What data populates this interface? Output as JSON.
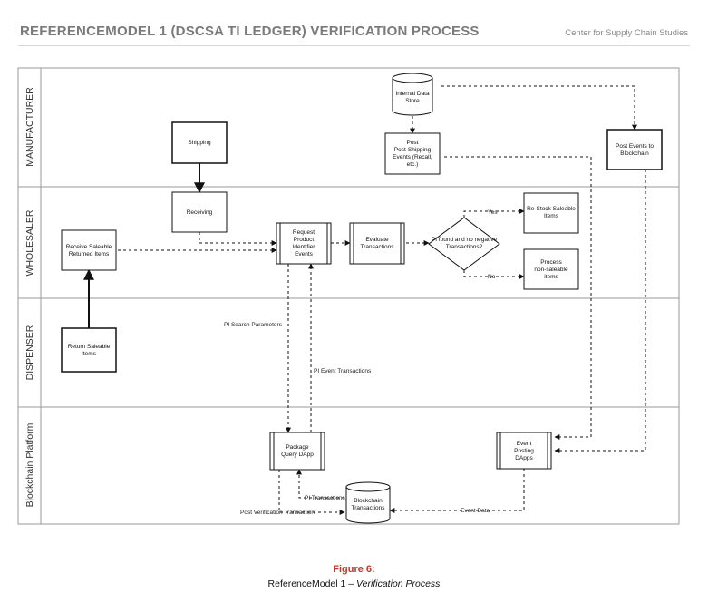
{
  "header": {
    "title": "REFERENCEMODEL 1 (DSCSA TI LEDGER) VERIFICATION PROCESS",
    "org": "Center for Supply Chain Studies"
  },
  "lanes": {
    "manufacturer": "MANUFACTURER",
    "wholesaler": "WHOLESALER",
    "dispenser": "DISPENSER",
    "blockchain": "Blockchain Platform"
  },
  "nodes": {
    "internal_data_store": [
      "Internal Data",
      "Store"
    ],
    "shipping": [
      "Shipping"
    ],
    "post_shipping": [
      "Post",
      "Post-Shipping",
      "Events (Recall,",
      "etc.)"
    ],
    "post_events": [
      "Post Events to",
      "Blockchain"
    ],
    "receiving": [
      "Receiving"
    ],
    "receive_saleable": [
      "Receive Saleable",
      "Returned Items"
    ],
    "request_pi": [
      "Request",
      "Product",
      "Identifier",
      "Events"
    ],
    "evaluate": [
      "Evaluate",
      "Transactions"
    ],
    "decision": [
      "PI found and no negative",
      "Transactions?"
    ],
    "restock": [
      "Re-Stock Saleable",
      "Items"
    ],
    "process_nonsaleable": [
      "Process",
      "non-saleable",
      "items"
    ],
    "return_saleable": [
      "Return Saleable",
      "Items"
    ],
    "package_query": [
      "Package",
      "Query DApp"
    ],
    "event_posting": [
      "Event",
      "Posting",
      "DApps"
    ],
    "blockchain_tx": [
      "Blockchain",
      "Transactions"
    ]
  },
  "edge_labels": {
    "yes": "Yes",
    "no": "No",
    "pi_search": "PI Search Parameters",
    "pi_event_tx": "PI Event Transactions",
    "pi_transactions": "PI Transactions",
    "post_verification": "Post Verification Transaction",
    "event_data": "Event Data"
  },
  "caption": {
    "title": "Figure 6:",
    "prefix": "ReferenceModel 1 – ",
    "italic": "Verification Process"
  }
}
